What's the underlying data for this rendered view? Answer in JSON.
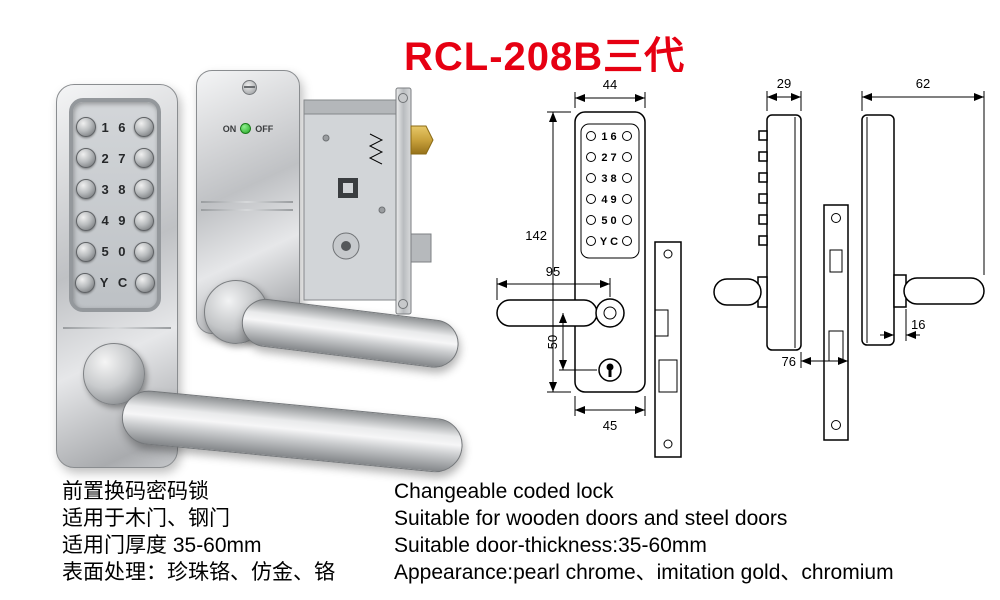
{
  "title": "RCL-208B三代",
  "keypad": {
    "rows": [
      "1 6",
      "2 7",
      "3 8",
      "4 9",
      "5 0",
      "Y C"
    ]
  },
  "back_unit": {
    "switch_on": "ON",
    "switch_off": "OFF"
  },
  "front_view": {
    "dim_width_top": "44",
    "dim_height": "142",
    "dim_handle_length": "95",
    "dim_handle_to_cylinder": "50",
    "dim_width_bottom": "45"
  },
  "side_view": {
    "dim_outer_unit_depth": "29",
    "dim_inner_assembly_depth": "62",
    "dim_body_depth": "76",
    "dim_hub_depth": "16"
  },
  "specs": {
    "rows": [
      {
        "zh": "前置换码密码锁",
        "en": "Changeable coded lock"
      },
      {
        "zh": "适用于木门、钢门",
        "en": "Suitable for wooden doors and steel doors"
      },
      {
        "zh": "适用门厚度 35-60mm",
        "en": "Suitable door-thickness:35-60mm"
      },
      {
        "zh": "表面处理：珍珠铬、仿金、铬",
        "en": "Appearance:pearl chrome、imitation gold、chromium"
      }
    ]
  },
  "colors": {
    "title_red": "#e60012",
    "latch_gold": "#c9a23c",
    "led_green": "#24a824",
    "metal_silver": "#c6c8cb"
  }
}
